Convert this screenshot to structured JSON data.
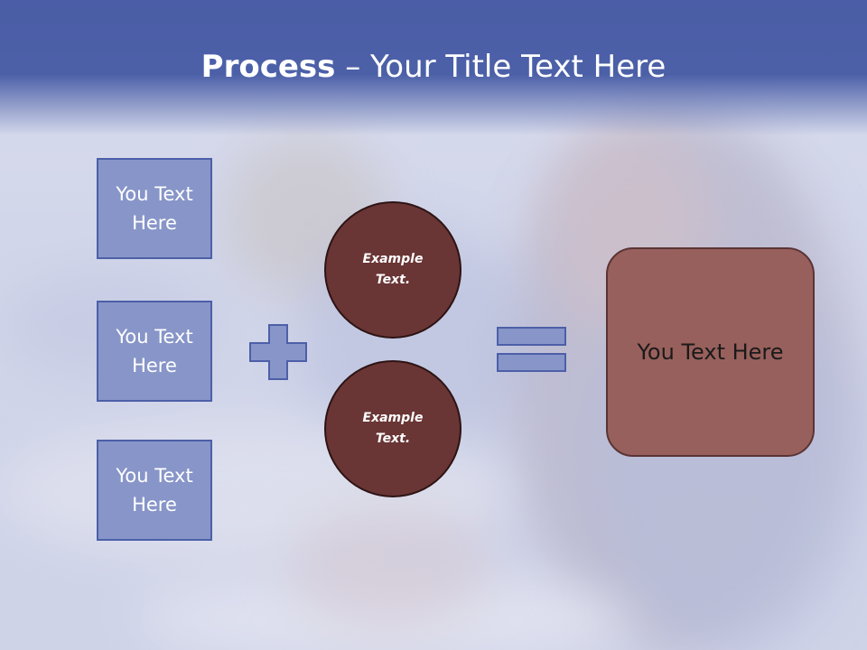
{
  "title": {
    "bold": "Process",
    "separator": " – ",
    "rest": "Your Title Text Here"
  },
  "left_boxes": [
    {
      "label": "You Text Here"
    },
    {
      "label": "You Text Here"
    },
    {
      "label": "You Text Here"
    }
  ],
  "circles": [
    {
      "label": "Example Text."
    },
    {
      "label": "Example Text."
    }
  ],
  "result": {
    "label": "You Text Here"
  },
  "colors": {
    "header": "#4a5da6",
    "box_fill": "#8795c8",
    "box_border": "#4d5fa8",
    "circle_fill": "#6a3535",
    "result_fill": "#98605c"
  },
  "icons": {
    "plus": "plus-icon",
    "equals": "equals-icon"
  }
}
